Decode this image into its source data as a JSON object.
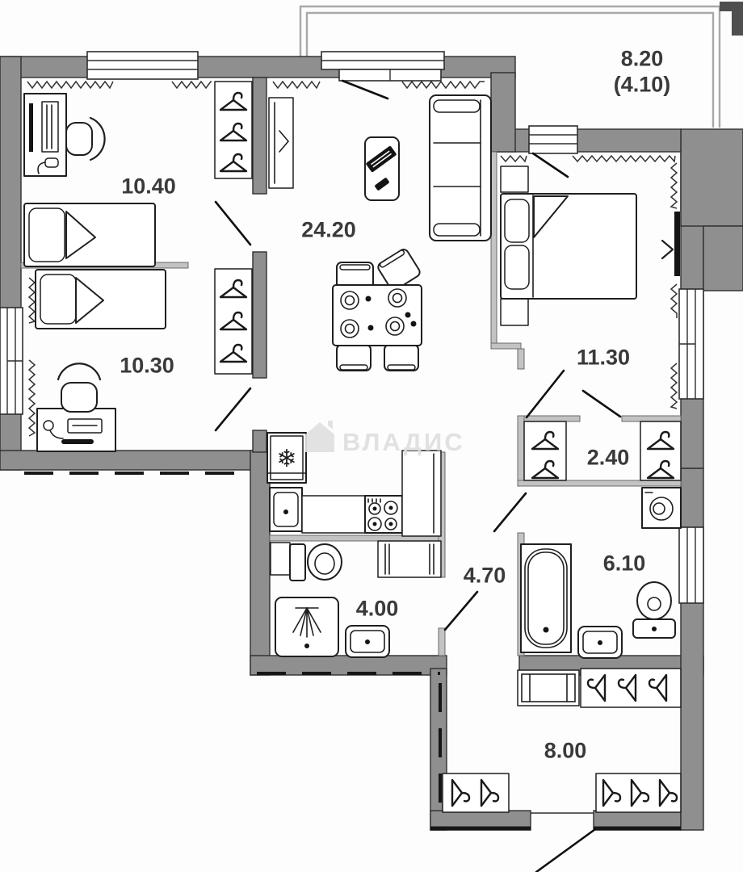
{
  "plan": {
    "title": "apartment-floor-plan",
    "colors": {
      "wall_gray": "#8f8f8f",
      "thin_wall_gray": "#c3c3c3",
      "line": "#1f1f1f",
      "watermark_gray": "#dedede"
    },
    "watermark": {
      "text": "ВЛАДИС"
    },
    "icons": {
      "snowflake": "❄"
    },
    "rooms": [
      {
        "name": "bedroom-1",
        "area": "10.40"
      },
      {
        "name": "living-kitchen",
        "area": "24.20"
      },
      {
        "name": "bedroom-2",
        "area": "10.30"
      },
      {
        "name": "bedroom-3",
        "area": "11.30"
      },
      {
        "name": "wardrobe",
        "area": "2.40"
      },
      {
        "name": "bathroom",
        "area": "6.10"
      },
      {
        "name": "shower-room",
        "area": "4.00"
      },
      {
        "name": "hallway",
        "area": "4.70"
      },
      {
        "name": "corridor",
        "area": "8.00"
      }
    ],
    "balcony": {
      "area": "8.20",
      "area_reduced": "(4.10)"
    }
  }
}
